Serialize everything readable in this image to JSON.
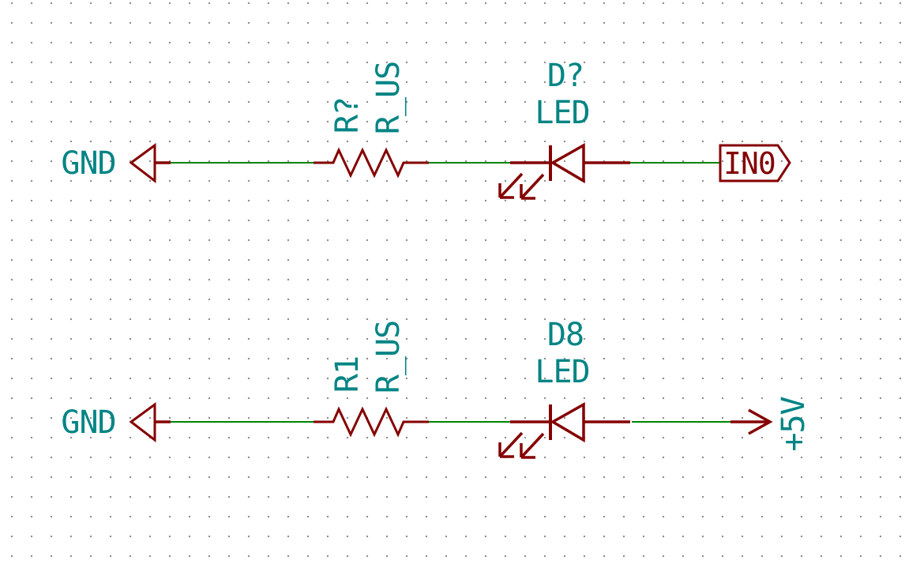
{
  "colors": {
    "background": "#FFFFFF",
    "grid_dot": "#8A8A8A",
    "wire_green": "#008400",
    "device_maroon": "#840000",
    "field_teal": "#008484"
  },
  "circuits": [
    {
      "id": "row-1",
      "ground_label": "GND",
      "resistor": {
        "reference": "R?",
        "value": "R_US"
      },
      "led": {
        "reference": "D?",
        "value": "LED"
      },
      "terminal": {
        "type": "hierarchical-label",
        "label": "IN0"
      }
    },
    {
      "id": "row-2",
      "ground_label": "GND",
      "resistor": {
        "reference": "R1",
        "value": "R_US"
      },
      "led": {
        "reference": "D8",
        "value": "LED"
      },
      "terminal": {
        "type": "power-symbol",
        "label": "+5V"
      }
    }
  ]
}
